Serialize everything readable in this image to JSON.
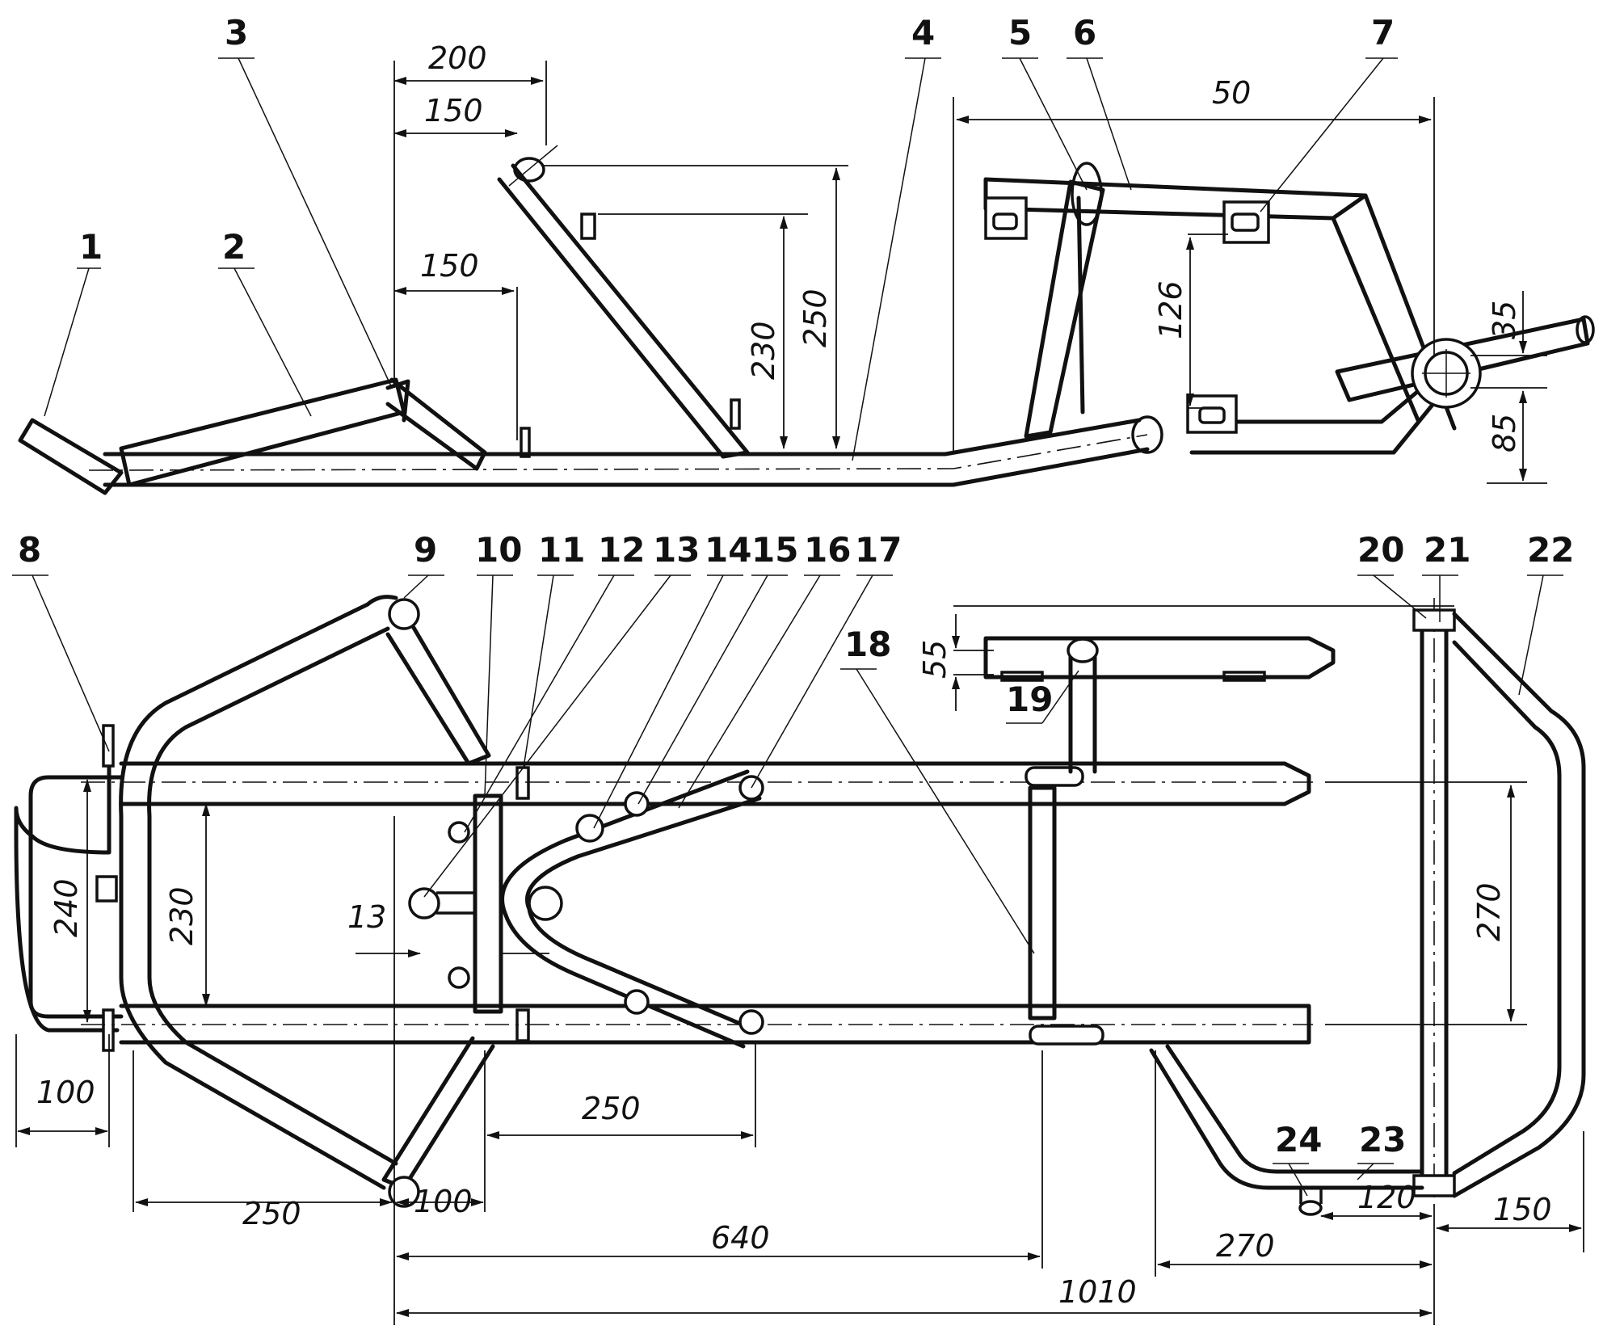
{
  "callouts": {
    "c1": "1",
    "c2": "2",
    "c3": "3",
    "c4": "4",
    "c5": "5",
    "c6": "6",
    "c7": "7",
    "c8": "8",
    "c9": "9",
    "c10": "10",
    "c11": "11",
    "c12": "12",
    "c13": "13",
    "c14": "14",
    "c15": "15",
    "c16": "16",
    "c17": "17",
    "c18": "18",
    "c19": "19",
    "c20": "20",
    "c21": "21",
    "c22": "22",
    "c23": "23",
    "c24": "24"
  },
  "dimensions_side": {
    "d200": "200",
    "d150a": "150",
    "d150b": "150",
    "d230": "230",
    "d250": "250",
    "d50": "50",
    "d126": "126",
    "d35": "35",
    "d85": "85"
  },
  "dimensions_plan": {
    "d55": "55",
    "d240": "240",
    "d230": "230",
    "d13": "13",
    "d270v": "270",
    "d100a": "100",
    "d250a": "250",
    "d100b": "100",
    "d250b": "250",
    "d640": "640",
    "d270h": "270",
    "d120": "120",
    "d150": "150",
    "d1010": "1010"
  },
  "colors": {
    "ink": "#111111",
    "paper": "#ffffff"
  }
}
